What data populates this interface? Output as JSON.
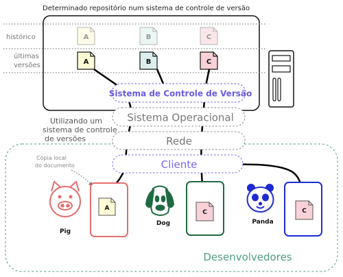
{
  "diagram": {
    "title": "Determinado repositório num sistema de controle de versão",
    "row_labels": {
      "historico": "histórico",
      "ultimas_line1": "últimas",
      "ultimas_line2": "versões"
    },
    "history_docs": [
      "A",
      "B",
      "C"
    ],
    "latest_docs": [
      "A",
      "B",
      "C"
    ],
    "layers": {
      "vcs": "Sistema de Controle de Versão",
      "os": "Sistema Operacional",
      "network": "Rede",
      "client": "Cliente"
    },
    "using_text": {
      "line1": "Utilizando um",
      "line2": "sistema de controle",
      "line3": "de versões"
    },
    "local_copy_note": {
      "line1": "Cópia local",
      "line2": "do documento"
    },
    "developers": [
      {
        "name": "Pig",
        "doc": "A"
      },
      {
        "name": "Dog",
        "doc": "C"
      },
      {
        "name": "Panda",
        "doc": "C"
      }
    ],
    "developers_label": "Desenvolvedores",
    "colors": {
      "doc_a": "#fdfbd6",
      "doc_b": "#dcefee",
      "doc_c": "#f8d2d8",
      "vcs_text": "#6a5ae0",
      "client_text": "#7667f0",
      "layer_text": "#777777",
      "developers_text": "#4f9d86",
      "pig_stroke": "#e36d6d",
      "dog_stroke": "#1e6b41",
      "panda_stroke": "#1f2bd0"
    }
  }
}
